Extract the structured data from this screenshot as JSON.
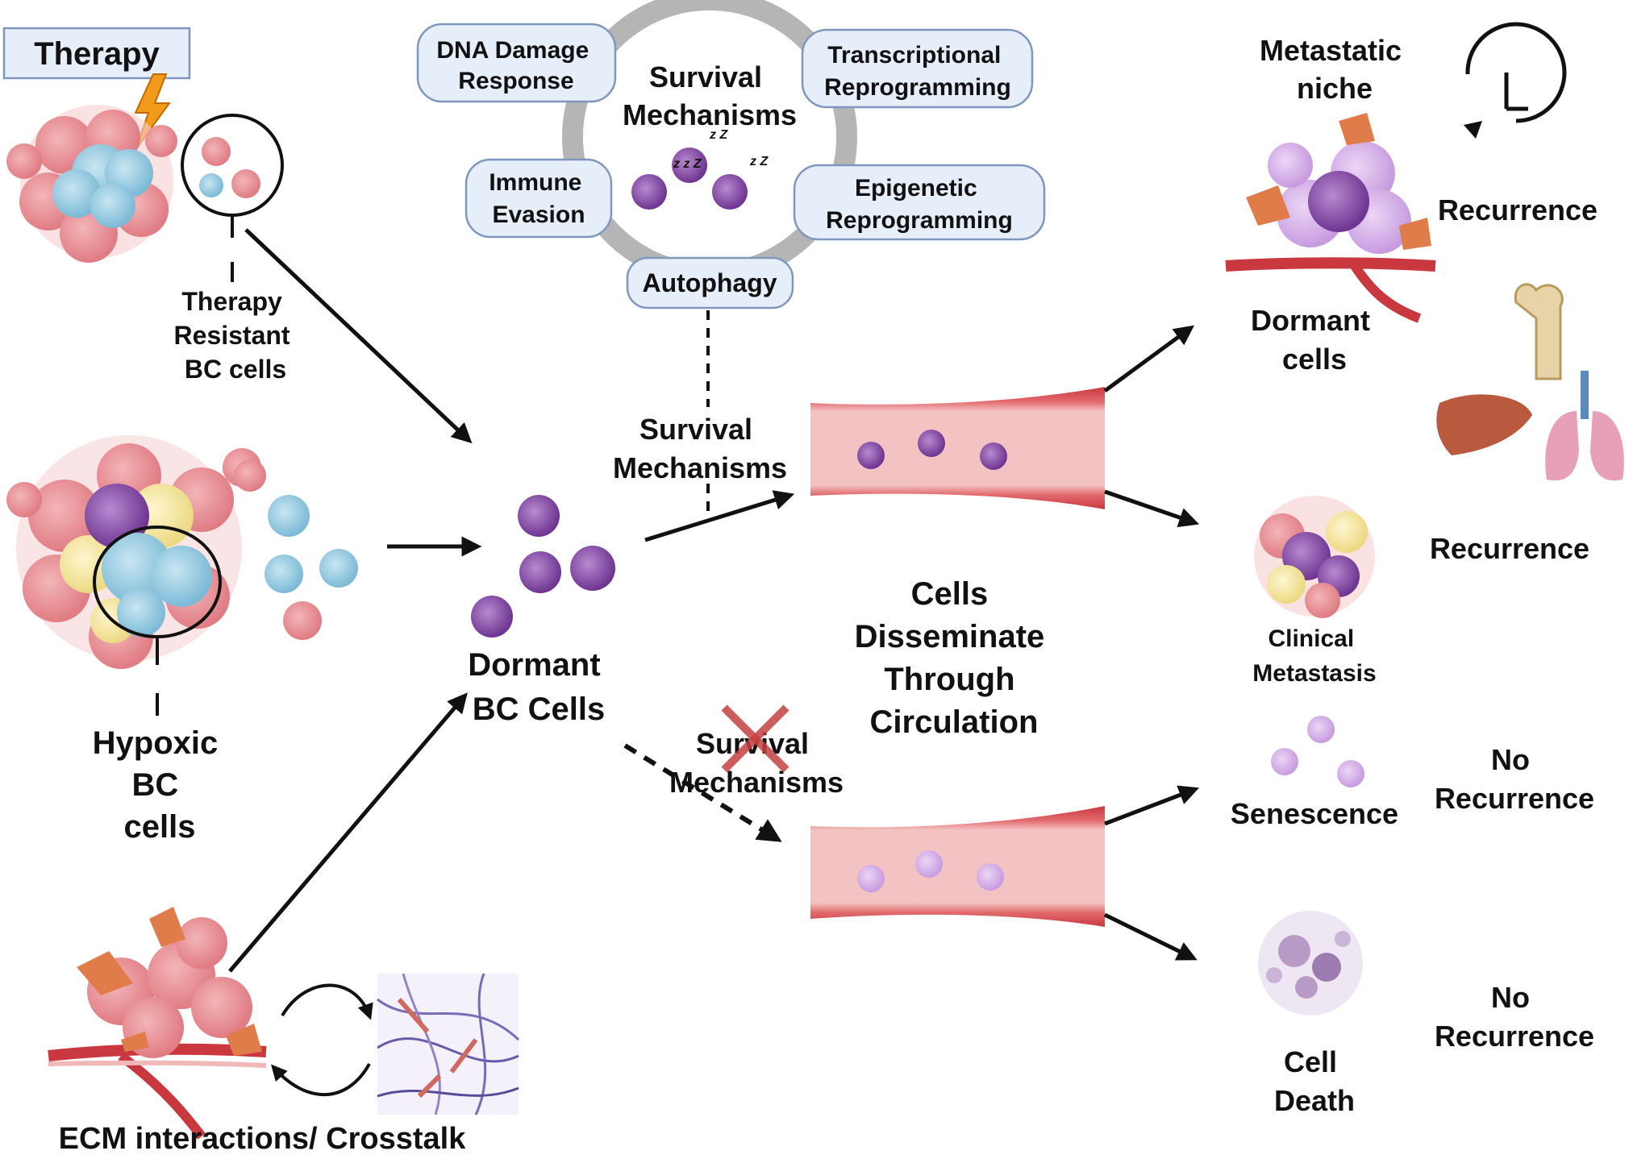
{
  "therapy": {
    "label": "Therapy",
    "label_color": "#2f6fd6"
  },
  "therapy_resistant": {
    "lines": [
      "Therapy",
      "Resistant",
      "BC cells"
    ]
  },
  "hypoxic": {
    "lines": [
      "Hypoxic",
      "BC",
      "cells"
    ],
    "color": "#d23b3b"
  },
  "ecm": {
    "label": "ECM interactions/ Crosstalk",
    "color": "#4caf28"
  },
  "survival_ring": {
    "center_lines": [
      "Survival",
      "Mechanisms"
    ],
    "boxes": {
      "dna": [
        "DNA Damage",
        "Response"
      ],
      "transcriptional": [
        "Transcriptional",
        "Reprogramming"
      ],
      "immune": [
        "Immune",
        "Evasion"
      ],
      "epigenetic": [
        "Epigenetic",
        "Reprogramming"
      ],
      "autophagy": [
        "Autophagy"
      ]
    }
  },
  "dormant_bc": {
    "lines": [
      "Dormant",
      "BC Cells"
    ]
  },
  "survival_upper": {
    "lines": [
      "Survival",
      "Mechanisms"
    ]
  },
  "survival_lower": {
    "lines": [
      "Survival",
      "Mechanisms"
    ]
  },
  "disseminate": {
    "lines": [
      "Cells",
      "Disseminate",
      "Through",
      "Circulation"
    ]
  },
  "metastatic_niche": {
    "lines": [
      "Metastatic",
      "niche"
    ]
  },
  "dormant_cells": {
    "lines": [
      "Dormant",
      "cells"
    ]
  },
  "clinical_metastasis": {
    "lines": [
      "Clinical",
      "Metastasis"
    ]
  },
  "senescence": {
    "label": "Senescence"
  },
  "cell_death": {
    "lines": [
      "Cell",
      "Death"
    ]
  },
  "outcomes": {
    "recurrence_1": "Recurrence",
    "recurrence_2": "Recurrence",
    "no_recurrence_1": [
      "No",
      "Recurrence"
    ],
    "no_recurrence_2": [
      "No",
      "Recurrence"
    ]
  },
  "colors": {
    "tumor_pink": "#e8868c",
    "resistant_blue": "#8cc8e0",
    "dormant_purple": "#8a4ea8",
    "hypoxic_yellow": "#f5e7a0",
    "vessel_red": "#c8383e",
    "vessel_inner": "#f0b3b3",
    "fibroblast_orange": "#e07b4a",
    "ring_gray": "#b5b5b5",
    "cross_red": "#c54040"
  }
}
